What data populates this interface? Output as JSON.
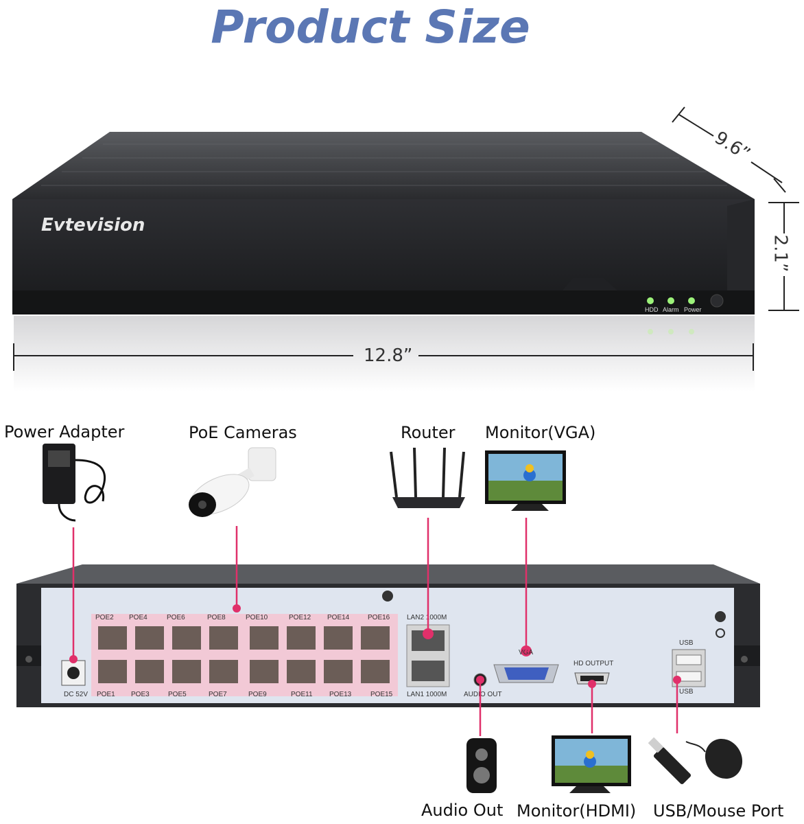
{
  "title": "Product Size",
  "brand": "Evtevision",
  "dimensions": {
    "depth": "9.6”",
    "height": "2.1”",
    "width": "12.8”"
  },
  "front_leds": [
    "HDD",
    "Alarm",
    "Power"
  ],
  "devices": {
    "power_adapter": "Power Adapter",
    "poe_cameras": "PoE Cameras",
    "router": "Router",
    "monitor_vga": "Monitor(VGA)",
    "audio_out": "Audio Out",
    "monitor_hdmi": "Monitor(HDMI)",
    "usb_mouse": "USB/Mouse Port"
  },
  "back_panel": {
    "dc": "DC 52V",
    "poe_top": [
      "POE2",
      "POE4",
      "POE6",
      "POE8",
      "POE10",
      "POE12",
      "POE14",
      "POE16"
    ],
    "poe_bottom": [
      "POE1",
      "POE3",
      "POE5",
      "POE7",
      "POE9",
      "POE11",
      "POE13",
      "POE15"
    ],
    "lan2": "LAN2 1000M",
    "lan1": "LAN1 1000M",
    "audio_out": "AUDIO OUT",
    "vga": "VGA",
    "hd_output": "HD OUTPUT",
    "usb_top": "USB",
    "usb_bottom": "USB"
  },
  "colors": {
    "title": "#5b77b4",
    "connector_line": "#e0306a",
    "poe_block": "#f2c9d6"
  }
}
